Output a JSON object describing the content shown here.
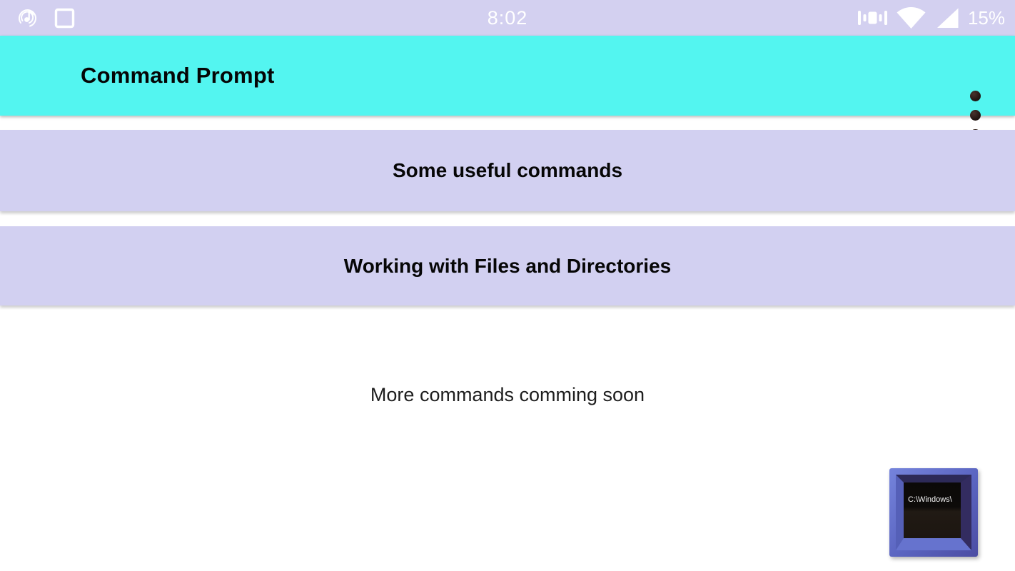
{
  "status_bar": {
    "time": "8:02",
    "battery": "15%",
    "icons": {
      "left": [
        "music-note-notification-icon",
        "square-notification-icon"
      ],
      "right": [
        "vibrate-icon",
        "wifi-icon",
        "cell-signal-icon"
      ]
    }
  },
  "app_bar": {
    "title": "Command Prompt",
    "overflow_menu": "three-dot-overflow"
  },
  "cards": [
    {
      "label": "Some useful commands"
    },
    {
      "label": "Working with Files and Directories"
    }
  ],
  "footer": {
    "note": "More commands comming soon"
  },
  "floating_icon": {
    "screen_text": "C:\\Windows\\"
  },
  "colors": {
    "status_bar_bg": "#d3d0f0",
    "app_bar_bg": "#53f5f0",
    "card_bg": "#d2d0f1",
    "page_bg": "#ffffff",
    "title_text": "#050505",
    "status_text": "#ffffff",
    "icon_frame_blue": "#5a64c0",
    "terminal_screen": "#0b0908"
  }
}
